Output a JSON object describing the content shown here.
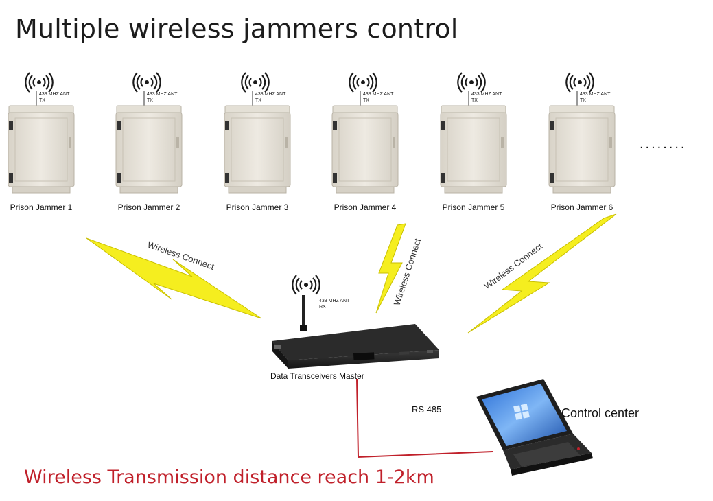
{
  "title": "Multiple wireless jammers control",
  "jammers": [
    {
      "label": "Prison Jammer 1"
    },
    {
      "label": "Prison Jammer 2"
    },
    {
      "label": "Prison Jammer 3"
    },
    {
      "label": "Prison Jammer 4"
    },
    {
      "label": "Prison Jammer 5"
    },
    {
      "label": "Prison Jammer 6"
    }
  ],
  "jammer_antenna": {
    "line1": "433 MHZ ANT",
    "line2": "TX"
  },
  "ellipsis": "........",
  "wireless_links": [
    {
      "label": "Wireless Connect"
    },
    {
      "label": "Wireless Connect"
    },
    {
      "label": "Wireless Connect"
    }
  ],
  "master": {
    "label": "Data Transceivers Master",
    "antenna": {
      "line1": "433 MHZ ANT",
      "line2": "RX"
    }
  },
  "cable": {
    "label": "RS 485",
    "color": "#c0202a"
  },
  "control_center": {
    "label": "Control center"
  },
  "footer": "Wireless Transmission distance reach 1-2km",
  "colors": {
    "bolt": "#f5ee1f",
    "bolt_edge": "#c8bf00",
    "cabinet": "#e6e2d9",
    "footer_text": "#c0202a"
  }
}
